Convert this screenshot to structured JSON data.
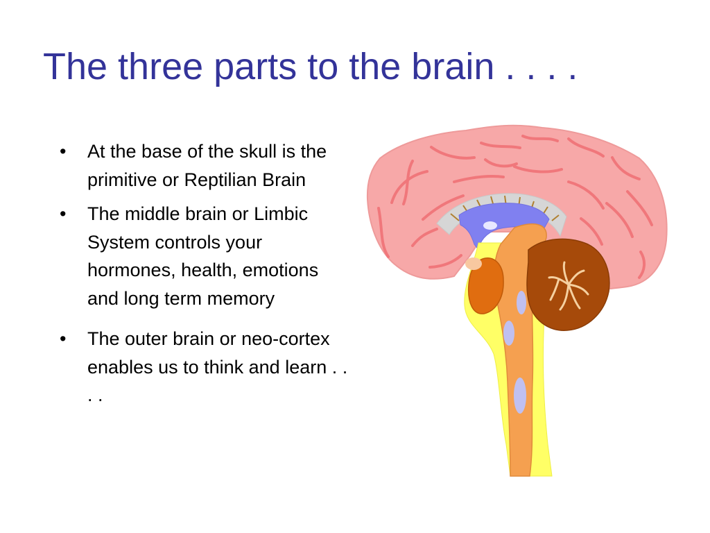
{
  "slide": {
    "title": "The three parts to the brain . . . .",
    "bullet_marker": "•",
    "bullets": [
      "At the base of the skull is the primitive or Reptilian Brain",
      "The middle brain or Limbic System controls your hormones, health, emotions and long term memory",
      "The outer brain or neo-cortex enables us to think and learn . . . ."
    ]
  },
  "colors": {
    "title": "#333399",
    "body_text": "#000000",
    "cerebrum": "#f7a8a8",
    "cerebrum_folds": "#f0777b",
    "corpus_callosum": "#d6d6d6",
    "ventricle": "#8080f0",
    "brainstem": "#f5a050",
    "spinal_sheath": "#ffff66",
    "cerebellum": "#a64a0a",
    "thalamus": "#e06d10"
  },
  "figure": {
    "icon": "brain-sagittal-section-icon"
  }
}
